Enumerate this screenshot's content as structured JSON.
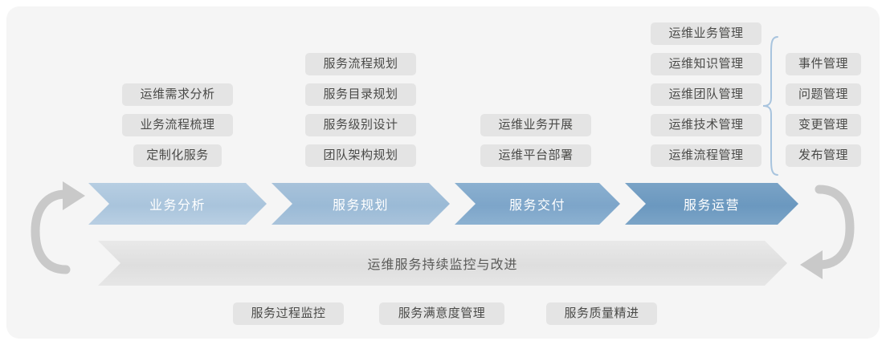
{
  "diagram": {
    "title_row": {
      "continuous": "运维服务持续监控与改进"
    },
    "phases": [
      {
        "label": "业务分析",
        "color": "#aac4dc"
      },
      {
        "label": "服务规划",
        "color": "#9dbcd8"
      },
      {
        "label": "服务交付",
        "color": "#7fa7ca"
      },
      {
        "label": "服务运营",
        "color": "#6d99bf"
      }
    ],
    "columns": [
      {
        "key": "business-analysis",
        "items": [
          "运维需求分析",
          "业务流程梳理",
          "定制化服务"
        ]
      },
      {
        "key": "service-planning",
        "items": [
          "服务流程规划",
          "服务目录规划",
          "服务级别设计",
          "团队架构规划"
        ]
      },
      {
        "key": "service-delivery",
        "items": [
          "运维业务开展",
          "运维平台部署"
        ]
      },
      {
        "key": "service-operation",
        "items": [
          "运维业务管理",
          "运维知识管理",
          "运维团队管理",
          "运维技术管理",
          "运维流程管理"
        ]
      },
      {
        "key": "process-detail",
        "items": [
          "事件管理",
          "问题管理",
          "变更管理",
          "发布管理"
        ]
      }
    ],
    "bottom_items": [
      "服务过程监控",
      "服务满意度管理",
      "服务质量精进"
    ],
    "colors": {
      "panel_background": "#f5f5f5",
      "pill_background": "#e4e4e4",
      "pill_text": "#4a4a48",
      "band_text": "#5a5a58",
      "loop_arrow": "#c9c9c9",
      "brace": "#a8c4de"
    }
  }
}
